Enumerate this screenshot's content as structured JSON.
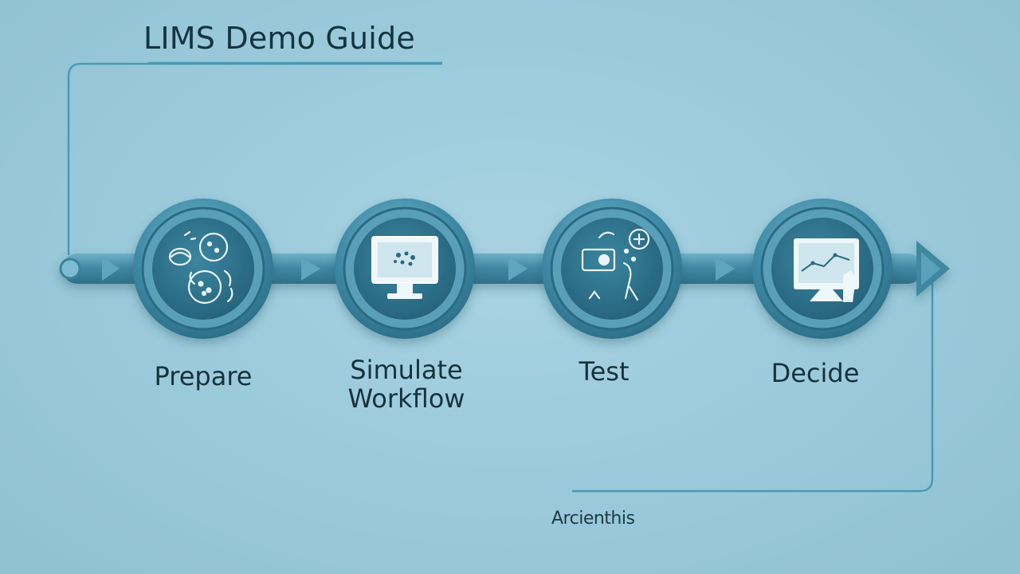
{
  "title": "LIMS Demo Guide",
  "steps": [
    {
      "label": "Prepare",
      "icon": "lab-samples-icon"
    },
    {
      "label": "Simulate\nWorkflow",
      "icon": "monitor-icon"
    },
    {
      "label": "Test",
      "icon": "lab-test-icon"
    },
    {
      "label": "Decide",
      "icon": "analytics-monitor-icon"
    }
  ],
  "footer": "Arcienthis",
  "colors": {
    "background": "#9ccbdc",
    "node_ring": "#3e89a4",
    "node_core": "#2d6d86",
    "track": "#4a93ad",
    "text": "#16323c"
  }
}
